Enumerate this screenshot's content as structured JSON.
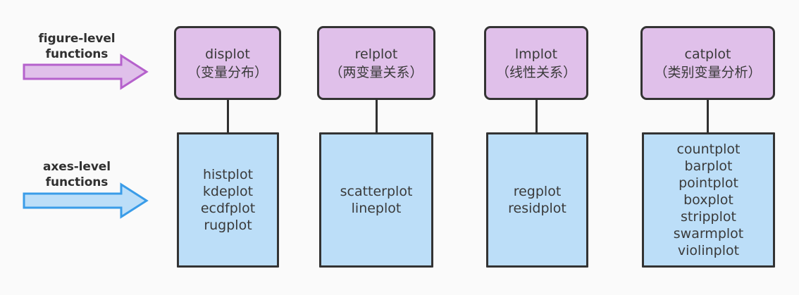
{
  "diagram": {
    "background_color": "#fafafa",
    "rows": [
      {
        "id": "figure-level",
        "label_line1": "figure-level",
        "label_line2": "functions",
        "arrow_color": "#c07fd0",
        "arrow_fill": "#e0c0ea",
        "node_fill": "#e0c0ea"
      },
      {
        "id": "axes-level",
        "label_line1": "axes-level",
        "label_line2": "functions",
        "arrow_color": "#3a9ce8",
        "arrow_fill": "#bcdef8",
        "node_fill": "#bcdef8"
      }
    ],
    "border_color": "#333333",
    "text_color": "#3a3a3a",
    "columns": [
      {
        "figure_function": "displot",
        "figure_description": "（变量分布）",
        "axes_functions": [
          "histplot",
          "kdeplot",
          "ecdfplot",
          "rugplot"
        ]
      },
      {
        "figure_function": "relplot",
        "figure_description": "（两变量关系）",
        "axes_functions": [
          "scatterplot",
          "lineplot"
        ]
      },
      {
        "figure_function": "lmplot",
        "figure_description": "（线性关系）",
        "axes_functions": [
          "regplot",
          "residplot"
        ]
      },
      {
        "figure_function": "catplot",
        "figure_description": "（类别变量分析）",
        "axes_functions": [
          "countplot",
          "barplot",
          "pointplot",
          "boxplot",
          "stripplot",
          "swarmplot",
          "violinplot"
        ]
      }
    ]
  }
}
